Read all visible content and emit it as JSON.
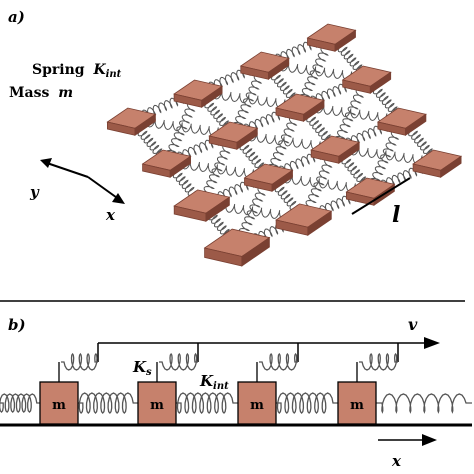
{
  "panel_a": {
    "label": "a)",
    "spring_label": "Spring",
    "spring_symbol": "K",
    "spring_sub": "int",
    "mass_label": "Mass",
    "mass_symbol": "m",
    "axis_y": "y",
    "axis_x": "x",
    "length_label": "l",
    "grid_rows": 4,
    "grid_cols": 4
  },
  "panel_b": {
    "label": "b)",
    "velocity_label": "v",
    "ks_symbol": "K",
    "ks_sub": "s",
    "kint_symbol": "K",
    "kint_sub": "int",
    "mass_labels": [
      "m",
      "m",
      "m",
      "m"
    ],
    "x_label": "x"
  },
  "colors": {
    "mass_top": "#c6816c",
    "mass_side": "#9c5a48",
    "mass_dark": "#7a4032",
    "spring": "#555555",
    "line": "#000000"
  }
}
